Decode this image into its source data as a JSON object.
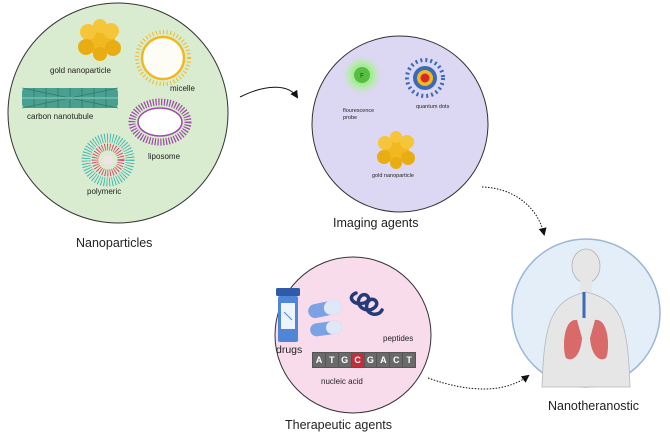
{
  "nanoparticles": {
    "caption": "Nanoparticles",
    "items": {
      "gold": "gold nanoparticle",
      "micelle": "micelle",
      "carbon": "carbon nanotubule",
      "liposome": "liposome",
      "polymeric": "polymeric"
    }
  },
  "imaging": {
    "caption": "Imaging agents",
    "probe_letter": "F",
    "items": {
      "probe": "flourescence probe",
      "quantum": "quantum dots",
      "gold": "gold nanoparticle"
    }
  },
  "therapeutic": {
    "caption": "Therapeutic agents",
    "items": {
      "drugs": "drugs",
      "peptides": "peptides",
      "nucleic": "nucleic acid"
    },
    "bases": [
      "A",
      "T",
      "G",
      "C",
      "G",
      "A",
      "C",
      "T"
    ]
  },
  "nanotheranostic": {
    "caption": "Nanotheranostic"
  },
  "colors": {
    "nano_bg": "#d9ecd0",
    "imaging_bg": "#dcd7f2",
    "therapeutic_bg": "#f8dcec",
    "theranostic_bg": "#e4eef8",
    "gold": "#f2b820",
    "circle_border": "#333333"
  }
}
